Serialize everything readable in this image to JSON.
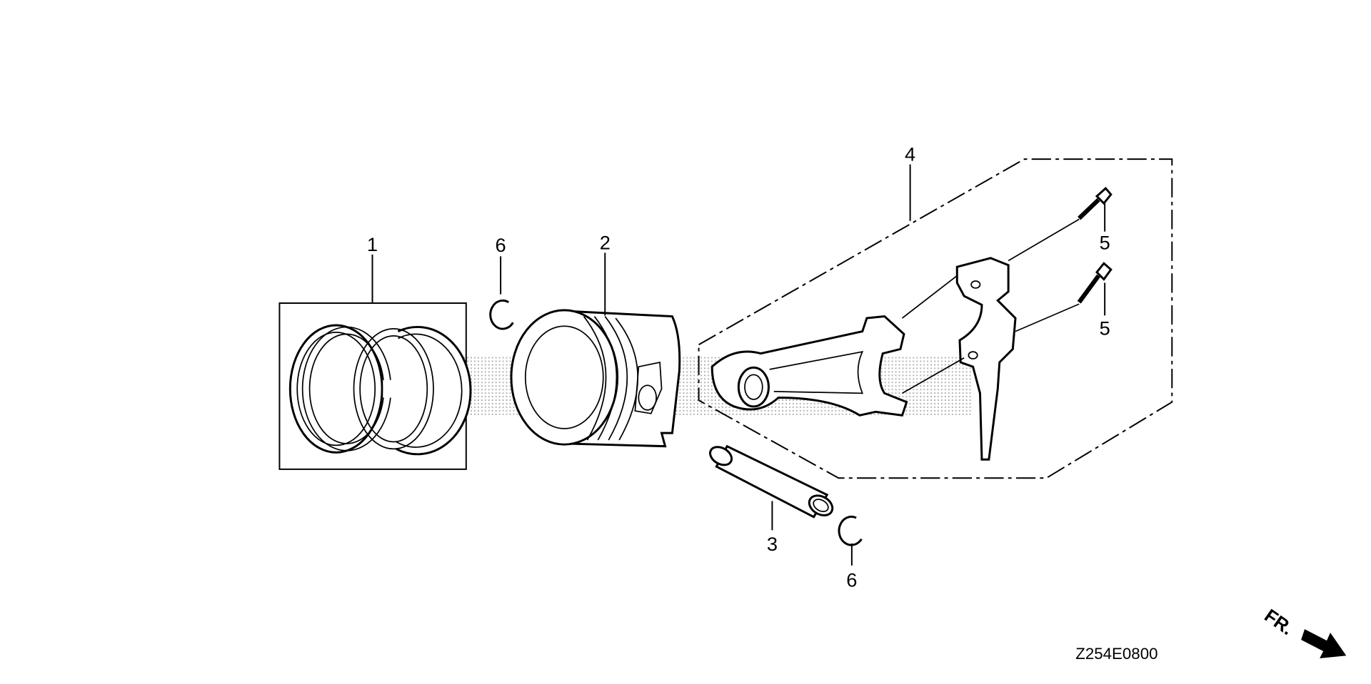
{
  "diagram": {
    "code": "Z254E0800",
    "direction_label": "FR.",
    "callouts": {
      "piston_rings": "1",
      "piston": "2",
      "piston_pin": "3",
      "connecting_rod": "4",
      "bolt_upper": "5",
      "bolt_lower": "5",
      "clip_upper": "6",
      "clip_lower": "6"
    }
  }
}
